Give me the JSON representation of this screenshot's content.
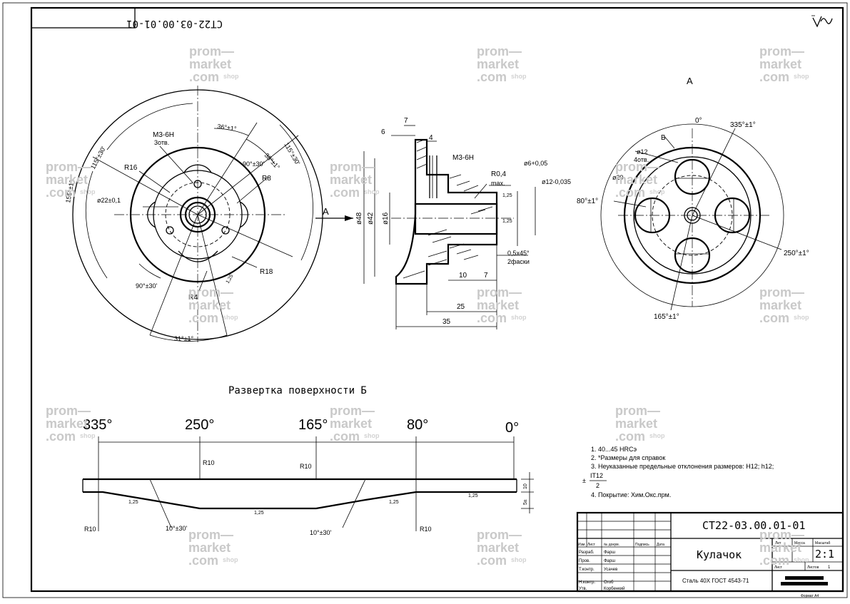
{
  "drawing": {
    "number": "СТ22-03.00.01-01",
    "number_mirrored": "СТ22-03.00.01-01",
    "view_label": "А",
    "arrow_label": "А",
    "surface_label": "Б",
    "development_title": "Развертка поверхности Б"
  },
  "front_view": {
    "dims": {
      "thread": "М3-6Н",
      "holes": "3отв.",
      "r16": "R16",
      "r8": "R8",
      "r18": "R18",
      "r4": "R4",
      "d22": "ø22±0,1",
      "a36": "36°±1°",
      "a38": "38°±1°",
      "a115": "115°±30'",
      "a115b": "115°±30'",
      "a155": "155°±1°",
      "a90a": "90°±30'",
      "a90b": "90°±30'",
      "a31": "31°±1°",
      "rough": "1,25"
    }
  },
  "section_view": {
    "dims": {
      "d7": "7",
      "d6": "6",
      "d4": "4",
      "thread": "М3-6Н",
      "r04": "R0,4",
      "max": "max.",
      "d6tol": "ø6+0,05",
      "d12": "ø12-0,035",
      "d48": "ø48",
      "d42": "ø42",
      "d16": "ø16",
      "chamfer": "0,5x45°",
      "chamfer2": "2фаски",
      "d10": "10",
      "d7b": "7",
      "d25": "25",
      "d35": "35",
      "rough": "1,25"
    }
  },
  "view_a": {
    "dims": {
      "a0": "0°",
      "a335": "335°±1°",
      "d12": "ø12",
      "holes4": "4отв.",
      "d29": "ø29",
      "a80": "80°±1°",
      "a250": "250°±1°",
      "a165": "165°±1°",
      "b": "Б"
    }
  },
  "development": {
    "angles": [
      "335°",
      "250°",
      "165°",
      "80°",
      "0°"
    ],
    "r10": "R10",
    "a10_30": "10°±30'",
    "h10": "10",
    "h5": "5±",
    "rough": "1,25"
  },
  "notes": {
    "n1": "1.  40...45 HRCэ",
    "n2": "2.  *Размеры для справок",
    "n3": "3.  Неуказанные предельные отклонения размеров: H12; h12;",
    "n3b_num": "IT12",
    "n3b_den": "2",
    "n3b_pm": "±",
    "n4": "4.  Покрытие: Хим.Окс.прм."
  },
  "title_block": {
    "code": "СТ22-03.00.01-01",
    "name": "Кулачок",
    "material": "Сталь 40Х ГОСТ 4543-71",
    "scale": "2:1",
    "lit": "Лит",
    "mass": "Масса",
    "scale_label": "Масштаб",
    "sheet": "Лист",
    "sheets": "Листов",
    "sheets_n": "1",
    "format": "Формат A4",
    "rows": [
      "Разраб.",
      "Пров.",
      "Т.контр.",
      "Н.контр.",
      "Утв."
    ],
    "cols": [
      "Изм.",
      "Лист",
      "№ докум.",
      "Подпись",
      "Дата"
    ],
    "names": [
      "Фарш",
      "Фарш",
      "Усачев",
      "Огоб",
      "Корбенкий"
    ]
  },
  "watermark": {
    "line1": "prom—",
    "line2": "market",
    "line3": ".com",
    "shop": "shop"
  }
}
